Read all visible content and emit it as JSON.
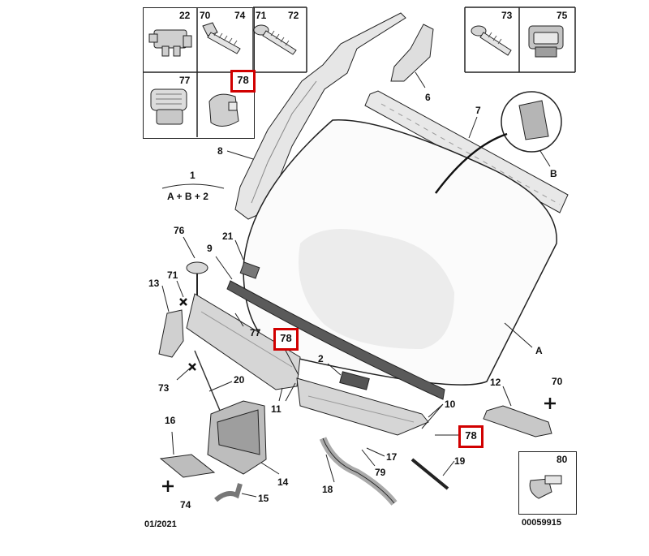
{
  "callouts": {
    "c22": "22",
    "c70a": "70",
    "c74a": "74",
    "c71a": "71",
    "c72": "72",
    "c77a": "77",
    "c78a": "78",
    "c73a": "73",
    "c75": "75",
    "c6": "6",
    "c7": "7",
    "cB": "B",
    "c8": "8",
    "c1": "1",
    "cAB2": "A + B + 2",
    "c76": "76",
    "c9": "9",
    "c21": "21",
    "c13": "13",
    "c71b": "71",
    "c77b": "77",
    "c78b": "78",
    "c2": "2",
    "c73b": "73",
    "c20": "20",
    "c11": "11",
    "c10": "10",
    "c78c": "78",
    "cA": "A",
    "c12": "12",
    "c70b": "70",
    "c16": "16",
    "c14": "14",
    "c74b": "74",
    "c15": "15",
    "c18": "18",
    "c17": "17",
    "c79": "79",
    "c19": "19",
    "c80": "80"
  },
  "footer": {
    "date": "01/2021",
    "ref": "00059915"
  },
  "colors": {
    "highlight": "#d10000",
    "line": "#222222",
    "part_fill": "#d8d8d8"
  }
}
